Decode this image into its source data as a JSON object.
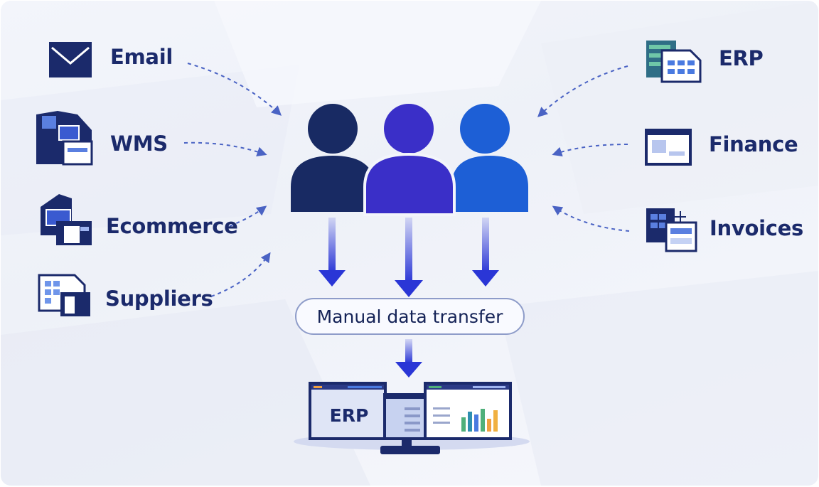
{
  "sources_left": [
    {
      "label": "Email",
      "icon": "envelope-icon"
    },
    {
      "label": "WMS",
      "icon": "warehouse-screens-icon"
    },
    {
      "label": "Ecommerce",
      "icon": "ecommerce-windows-icon"
    },
    {
      "label": "Suppliers",
      "icon": "supplier-document-icon"
    }
  ],
  "sources_right": [
    {
      "label": "ERP",
      "icon": "erp-spreadsheet-icon"
    },
    {
      "label": "Finance",
      "icon": "finance-window-icon"
    },
    {
      "label": "Invoices",
      "icon": "invoice-sheets-icon"
    }
  ],
  "process": {
    "label": "Manual data transfer"
  },
  "destination": {
    "screen_label": "ERP"
  },
  "colors": {
    "navy": "#1b2a6b",
    "person_dark": "#182a63",
    "person_purple": "#3a2fc8",
    "person_blue": "#1d5fd6",
    "arrow": "#2a36d6",
    "dashed": "#3d57b8"
  }
}
